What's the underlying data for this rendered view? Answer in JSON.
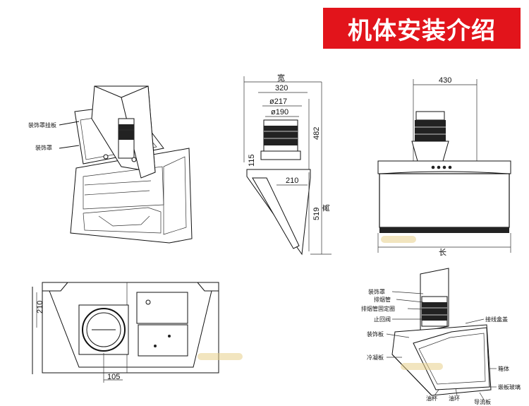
{
  "banner": {
    "title": "机体安装介绍"
  },
  "iso_view": {
    "labels": [
      "装饰罩挂板",
      "装饰罩"
    ]
  },
  "side_view": {
    "width_label": "宽",
    "height_label": "高",
    "dims": {
      "depth_top": "320",
      "diameter_outer": "ø217",
      "diameter_inner": "ø190",
      "height_upper": "482",
      "height_lower": "519",
      "offset_small": "115",
      "offset_bottom": "210"
    }
  },
  "front_view": {
    "dim_top": "430",
    "length_label": "长"
  },
  "plan_view": {
    "dim_left": "210",
    "dim_bottom": "105"
  },
  "exploded_view": {
    "labels": {
      "cover": "装饰罩",
      "duct": "排烟管",
      "duct_ring": "排烟管固定圈",
      "check_valve": "止回阀",
      "panel": "装饰板",
      "condenser": "冷凝板",
      "wire_cover": "接线盒盖",
      "body": "箱体",
      "glass": "嵌板玻璃",
      "oil_cup": "油杯",
      "oil_tray": "油环",
      "guide_plate": "导流板"
    }
  },
  "colors": {
    "banner_bg": "#e2141b",
    "banner_text": "#ffffff",
    "line": "#111111"
  }
}
